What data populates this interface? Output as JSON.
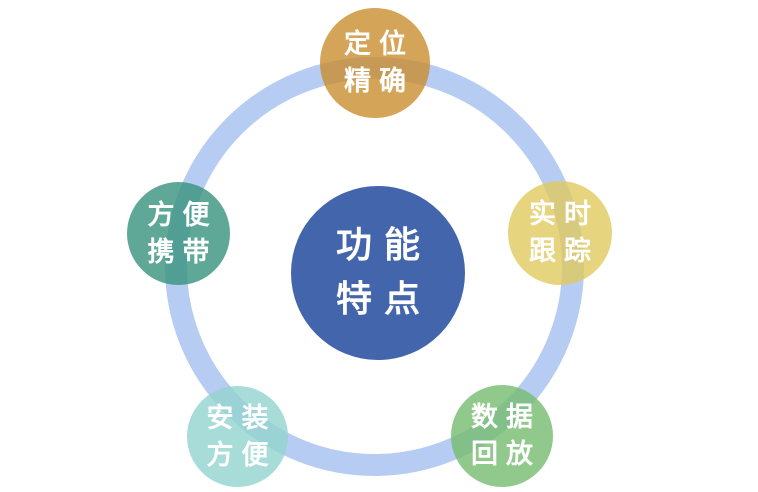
{
  "diagram": {
    "type": "circular-feature-diagram",
    "background_color": "#ffffff",
    "ring_color": "#b7ccf3",
    "text_color": "#ffffff",
    "center": {
      "label": "功能特点",
      "lines": [
        "功能",
        "特点"
      ],
      "fill_color": "#4365ac"
    },
    "nodes": [
      {
        "position": "top",
        "label": "定位精确",
        "lines": [
          "定位",
          "精确"
        ],
        "fill_color": "#d4a458"
      },
      {
        "position": "right",
        "label": "实时跟踪",
        "lines": [
          "实时",
          "跟踪"
        ],
        "fill_color": "#e6d47e"
      },
      {
        "position": "bottom-right",
        "label": "数据回放",
        "lines": [
          "数据",
          "回放"
        ],
        "fill_color": "#90c98b"
      },
      {
        "position": "bottom-left",
        "label": "安装方便",
        "lines": [
          "安装",
          "方便"
        ],
        "fill_color": "#a8dcd8"
      },
      {
        "position": "left",
        "label": "方便携带",
        "lines": [
          "方便",
          "携带"
        ],
        "fill_color": "#5fa897"
      }
    ]
  }
}
